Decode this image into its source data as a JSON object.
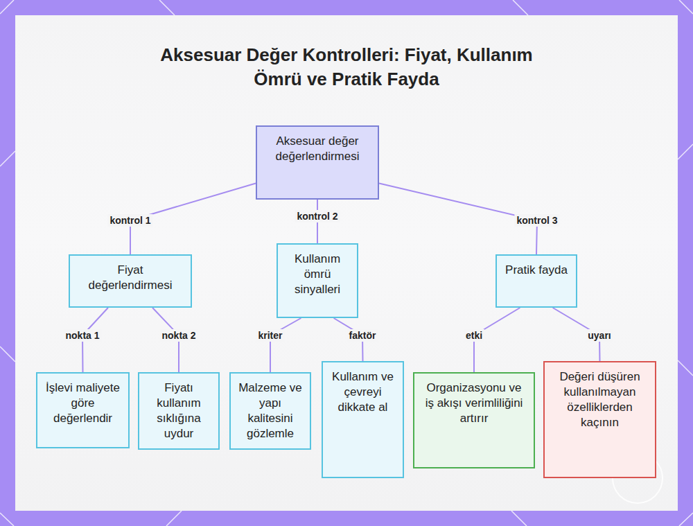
{
  "diagram": {
    "title": "Aksesuar Değer Kontrolleri: Fiyat, Kullanım Ömrü ve Pratik Fayda",
    "nodes": [
      {
        "text": [
          "Aksesuar değer değerlendirmesi"
        ]
      },
      {
        "text": [
          "Fiyat değerlendirmesi"
        ]
      },
      {
        "text": [
          "Kullanım ömrü sinyalleri"
        ]
      },
      {
        "text": [
          "Pratik fayda"
        ]
      },
      {
        "text": [
          "İşlevi maliyete göre değerlendir"
        ]
      },
      {
        "text": [
          "Fiyatı kullanım sıklığına uydur"
        ]
      },
      {
        "text": [
          "Malzeme ve yapı kalitesini gözlemle"
        ]
      },
      {
        "text": [
          "Kullanım ve çevreyi dikkate al"
        ]
      },
      {
        "text": [
          "Organizasyonu ve iş akışı verimliliğini artırır"
        ]
      },
      {
        "text": [
          "Değeri düşüren kullanılmayan özelliklerden kaçının"
        ]
      }
    ],
    "edges": [
      {
        "from": 0,
        "to": 1,
        "label": "kontrol 1",
        "arrow": "none"
      },
      {
        "from": 0,
        "to": 2,
        "label": "kontrol 2",
        "arrow": "none"
      },
      {
        "from": 0,
        "to": 3,
        "label": "kontrol 3",
        "arrow": "none"
      },
      {
        "from": 1,
        "to": 4,
        "label": "nokta 1",
        "arrow": "none"
      },
      {
        "from": 1,
        "to": 5,
        "label": "nokta 2",
        "arrow": "none"
      },
      {
        "from": 2,
        "to": 6,
        "label": "kriter",
        "arrow": "none"
      },
      {
        "from": 2,
        "to": 7,
        "label": "faktör",
        "arrow": "none"
      },
      {
        "from": 3,
        "to": 8,
        "label": "etki",
        "arrow": "none"
      },
      {
        "from": 3,
        "to": 9,
        "label": "uyarı",
        "arrow": "none"
      }
    ]
  }
}
